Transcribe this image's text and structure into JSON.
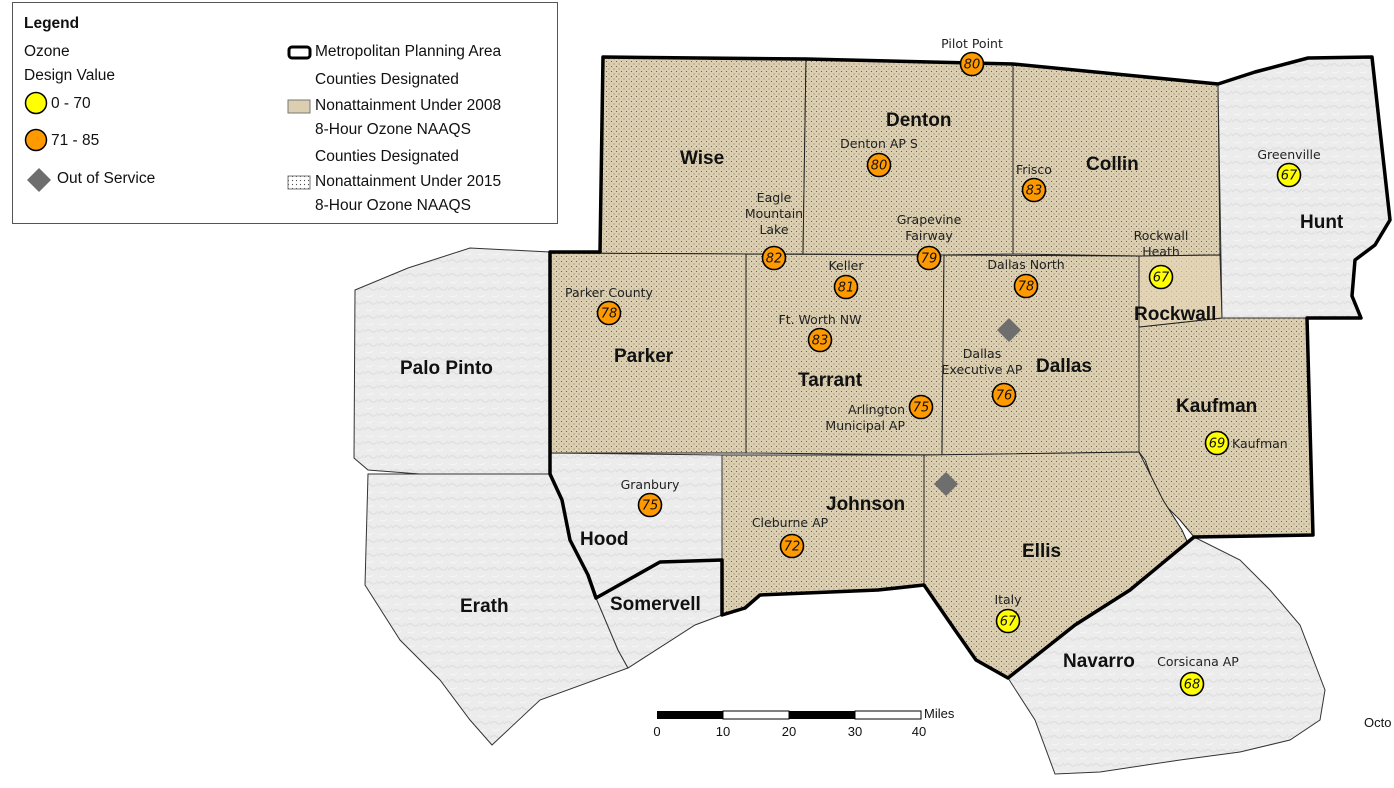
{
  "legend": {
    "title": "Legend",
    "ozone_line1": "Ozone",
    "ozone_line2": "Design Value",
    "class_low": "0 - 70",
    "class_high": "71 - 85",
    "out_of_service": "Out of Service",
    "mpa": "Metropolitan Planning Area",
    "cd_2008_line1": "Counties Designated",
    "cd_2008_line2": "Nonattainment Under 2008",
    "cd_2008_line3": "8-Hour Ozone NAAQS",
    "cd_2015_line1": "Counties Designated",
    "cd_2015_line2": "Nonattainment Under 2015",
    "cd_2015_line3": "8-Hour Ozone NAAQS"
  },
  "colors": {
    "low": "#ffff00",
    "high": "#ff9900",
    "nonattainment_fill": "#dccfb1",
    "other_county": "#ececec",
    "out_of_service": "#6e6e6e"
  },
  "counties": [
    "Wise",
    "Denton",
    "Collin",
    "Hunt",
    "Parker",
    "Tarrant",
    "Dallas",
    "Rockwall",
    "Kaufman",
    "Palo Pinto",
    "Hood",
    "Johnson",
    "Ellis",
    "Erath",
    "Somervell",
    "Navarro"
  ],
  "sites": [
    {
      "name": "Pilot Point",
      "value": "80",
      "cls": "high"
    },
    {
      "name": "Denton AP S",
      "value": "80",
      "cls": "high"
    },
    {
      "name": "Frisco",
      "value": "83",
      "cls": "high"
    },
    {
      "name": "Greenville",
      "value": "67",
      "cls": "low"
    },
    {
      "name": "Eagle",
      "name2": "Mountain",
      "name3": "Lake",
      "value": "82",
      "cls": "high"
    },
    {
      "name": "Grapevine",
      "name2": "Fairway",
      "value": "79",
      "cls": "high"
    },
    {
      "name": "Rockwall",
      "name2": "Heath",
      "value": "67",
      "cls": "low"
    },
    {
      "name": "Keller",
      "value": "81",
      "cls": "high"
    },
    {
      "name": "Dallas North",
      "value": "78",
      "cls": "high"
    },
    {
      "name": "Parker County",
      "value": "78",
      "cls": "high"
    },
    {
      "name": "Ft. Worth NW",
      "value": "83",
      "cls": "high"
    },
    {
      "name": "Dallas",
      "name2": "Executive AP",
      "value": "76",
      "cls": "high"
    },
    {
      "name": "Arlington",
      "name2": "Municipal AP",
      "value": "75",
      "cls": "high"
    },
    {
      "name": "Kaufman",
      "value": "69",
      "cls": "low"
    },
    {
      "name": "Granbury",
      "value": "75",
      "cls": "high"
    },
    {
      "name": "Cleburne AP",
      "value": "72",
      "cls": "high"
    },
    {
      "name": "Italy",
      "value": "67",
      "cls": "low"
    },
    {
      "name": "Corsicana AP",
      "value": "68",
      "cls": "low"
    }
  ],
  "scale": {
    "ticks": [
      "0",
      "10",
      "20",
      "30",
      "40"
    ],
    "unit": "Miles"
  },
  "date_fragment": "Octo"
}
